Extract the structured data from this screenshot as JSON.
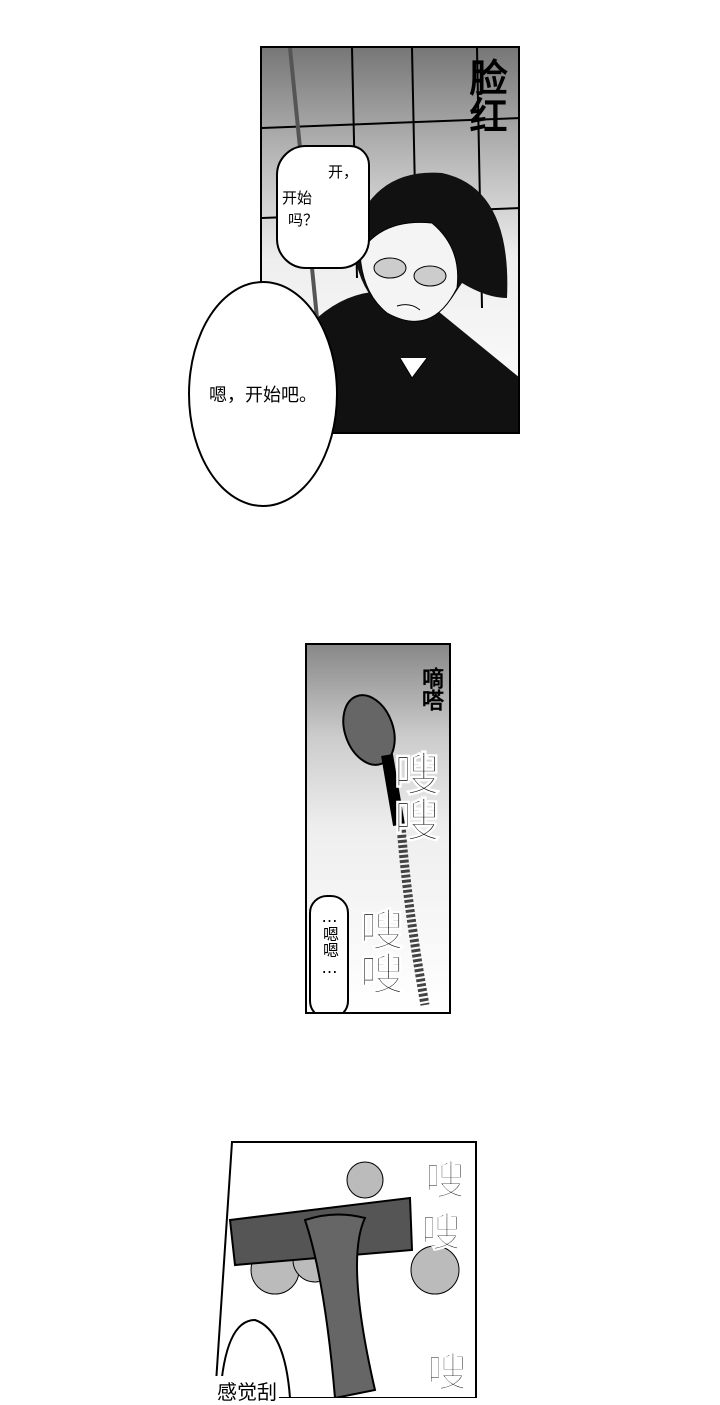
{
  "panel1": {
    "sfx_blush": "脸红",
    "bubble_small": [
      "开，",
      "开始",
      "吗？"
    ],
    "bubble_large": "嗯，开始吧。"
  },
  "panel2": {
    "sfx_drip": "嘀嗒",
    "sfx_whoosh_1": "嗖嗖",
    "sfx_whoosh_2": "嗖嗖",
    "bubble": "…嗯嗯…"
  },
  "panel3": {
    "sfx_whoosh": [
      "嗖",
      "嗖",
      "嗖"
    ],
    "caption": "感觉刮"
  }
}
